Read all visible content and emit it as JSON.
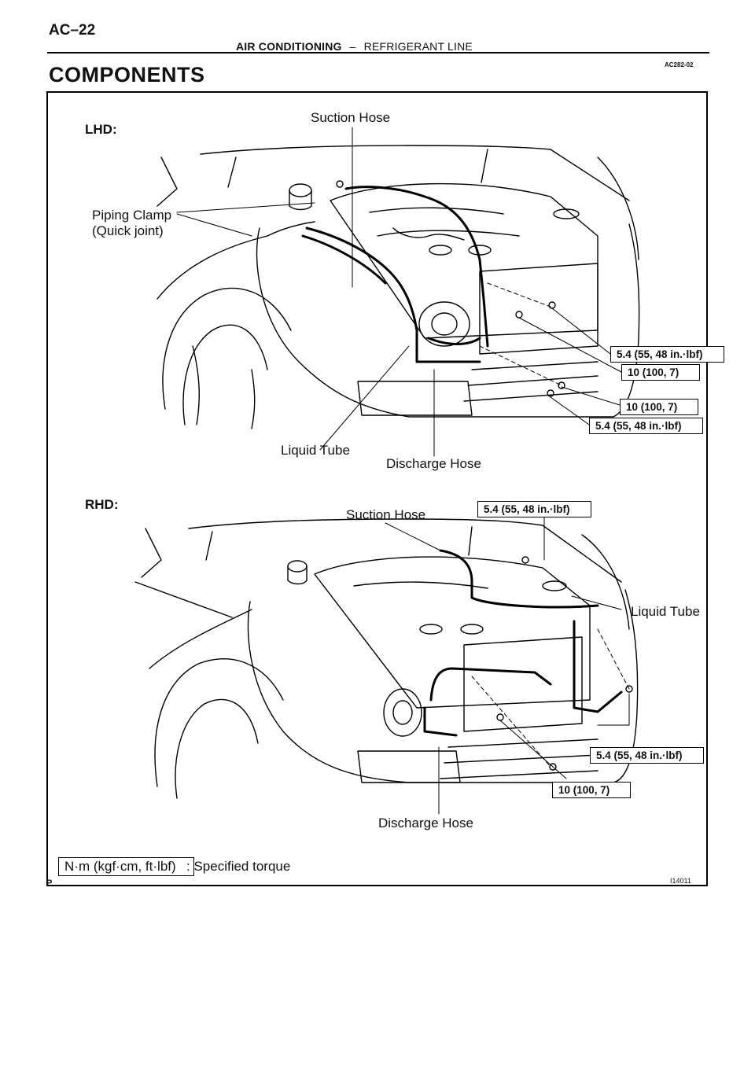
{
  "header": {
    "page_number": "AC–22",
    "section": "AIR CONDITIONING",
    "separator": "–",
    "subsection": "REFRIGERANT LINE",
    "document_code": "AC282-02"
  },
  "title": "COMPONENTS",
  "lhd": {
    "variant_label": "LHD:",
    "labels": {
      "suction_hose": "Suction Hose",
      "piping_clamp": "Piping Clamp",
      "piping_clamp_note": "(Quick joint)",
      "liquid_tube": "Liquid Tube",
      "discharge_hose": "Discharge Hose"
    },
    "torques": [
      "5.4 (55, 48 in.·lbf)",
      "10 (100, 7)",
      "10 (100, 7)",
      "5.4 (55, 48 in.·lbf)"
    ]
  },
  "rhd": {
    "variant_label": "RHD:",
    "labels": {
      "suction_hose": "Suction Hose",
      "liquid_tube": "Liquid Tube",
      "discharge_hose": "Discharge Hose"
    },
    "torques": [
      "5.4 (55, 48 in.·lbf)",
      "5.4 (55, 48 in.·lbf)",
      "10 (100, 7)"
    ]
  },
  "legend": {
    "unit_box": "N·m (kgf·cm, ft·lbf)",
    "description": ": Specified torque"
  },
  "footer": {
    "corner_mark": "P",
    "figure_id": "I14011"
  }
}
